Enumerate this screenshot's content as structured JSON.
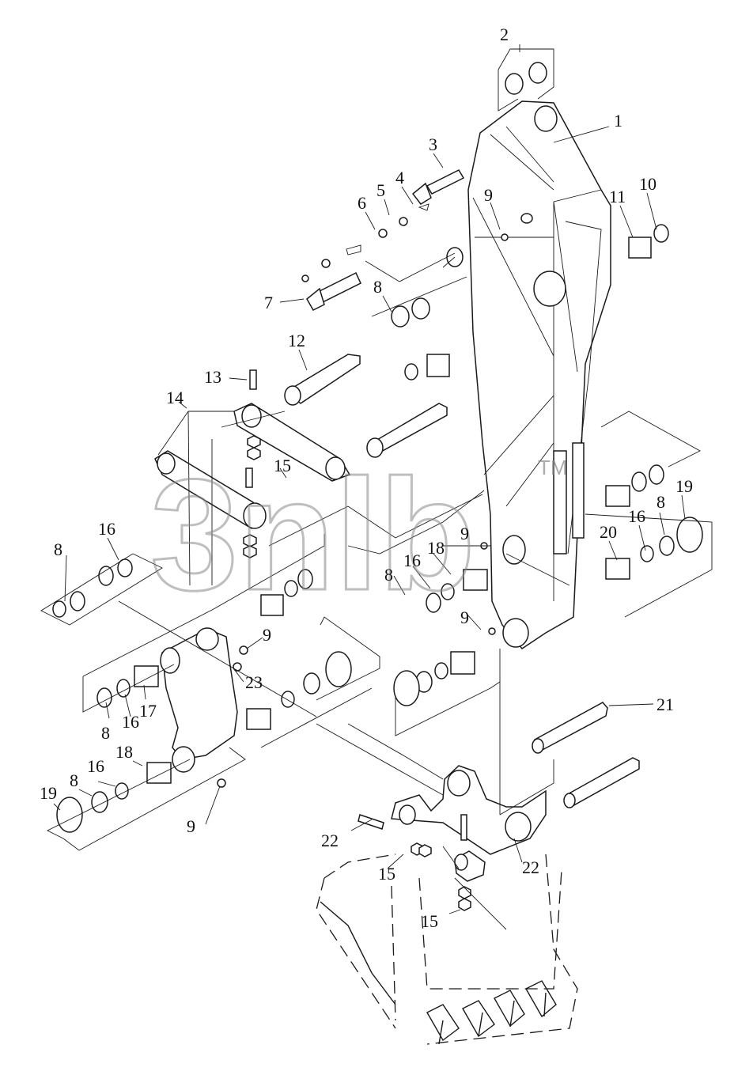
{
  "watermark": {
    "text": "3nlb",
    "mark": "TM"
  },
  "callouts": {
    "c1": "1",
    "c2": "2",
    "c3": "3",
    "c4": "4",
    "c5": "5",
    "c6": "6",
    "c7": "7",
    "c8a": "8",
    "c8b": "8",
    "c8c": "8",
    "c8d": "8",
    "c8e": "8",
    "c8f": "8",
    "c9a": "9",
    "c9b": "9",
    "c9c": "9",
    "c9d": "9",
    "c9e": "9",
    "c10": "10",
    "c11": "11",
    "c12": "12",
    "c13": "13",
    "c14": "14",
    "c15a": "15",
    "c15b": "15",
    "c15c": "15",
    "c16a": "16",
    "c16b": "16",
    "c16c": "16",
    "c16d": "16",
    "c16e": "16",
    "c17": "17",
    "c18a": "18",
    "c18b": "18",
    "c19a": "19",
    "c19b": "19",
    "c20": "20",
    "c21": "21",
    "c22a": "22",
    "c22b": "22",
    "c23": "23"
  }
}
